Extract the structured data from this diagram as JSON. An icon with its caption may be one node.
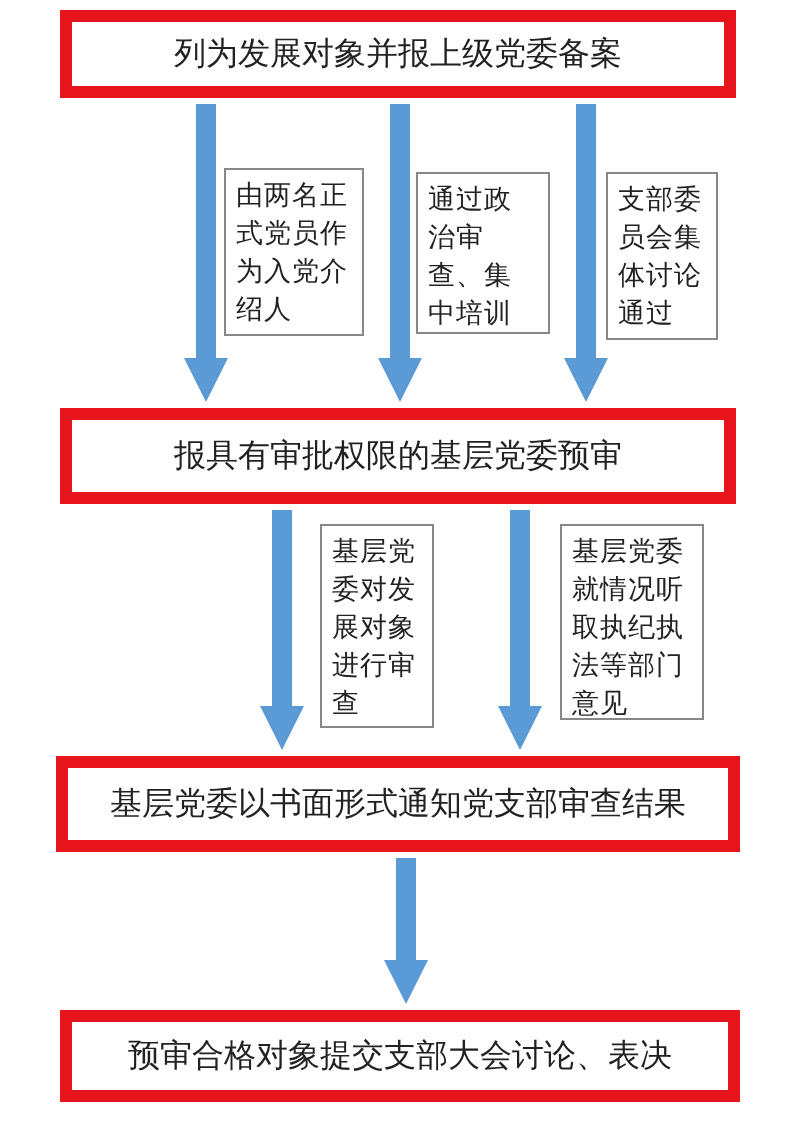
{
  "diagram": {
    "nodes": [
      {
        "text": [
          "列为发展对象并报上级党委备案"
        ]
      },
      {
        "text": [
          "由两名正式党员作为入党介绍人"
        ]
      },
      {
        "text": [
          "通过政治审查、集中培训"
        ]
      },
      {
        "text": [
          "支部委员会集体讨论通过"
        ]
      },
      {
        "text": [
          "报具有审批权限的基层党委预审"
        ]
      },
      {
        "text": [
          "基层党委对发展对象进行审查"
        ]
      },
      {
        "text": [
          "基层党委就情况听取执纪执法等部门意见"
        ]
      },
      {
        "text": [
          "基层党委以书面形式通知党支部审查结果"
        ]
      },
      {
        "text": [
          "预审合格对象提交支部大会讨论、表决"
        ]
      }
    ],
    "edges": [
      {
        "from": 0,
        "to": 4,
        "arrow": "to"
      },
      {
        "from": 0,
        "to": 4,
        "arrow": "to"
      },
      {
        "from": 0,
        "to": 4,
        "arrow": "to"
      },
      {
        "from": 4,
        "to": 7,
        "arrow": "to"
      },
      {
        "from": 4,
        "to": 7,
        "arrow": "to"
      },
      {
        "from": 7,
        "to": 8,
        "arrow": "to"
      }
    ]
  }
}
